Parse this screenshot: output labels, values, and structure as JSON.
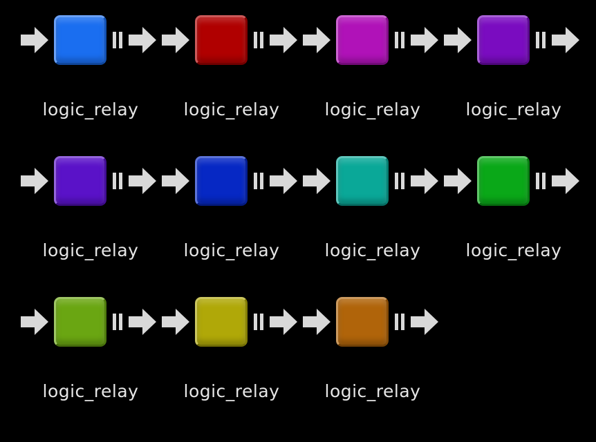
{
  "entities": [
    {
      "label": "logic_relay",
      "color": "#1a6ef0"
    },
    {
      "label": "logic_relay",
      "color": "#b00000"
    },
    {
      "label": "logic_relay",
      "color": "#b012b8"
    },
    {
      "label": "logic_relay",
      "color": "#7a0cc0"
    },
    {
      "label": "logic_relay",
      "color": "#5a12c8"
    },
    {
      "label": "logic_relay",
      "color": "#0628c4"
    },
    {
      "label": "logic_relay",
      "color": "#0aa898"
    },
    {
      "label": "logic_relay",
      "color": "#0aa818"
    },
    {
      "label": "logic_relay",
      "color": "#6aa612"
    },
    {
      "label": "logic_relay",
      "color": "#b0a808"
    },
    {
      "label": "logic_relay",
      "color": "#b0640a"
    }
  ],
  "icons": {
    "input": "input-arrow-icon",
    "output": "output-arrow-icon"
  }
}
